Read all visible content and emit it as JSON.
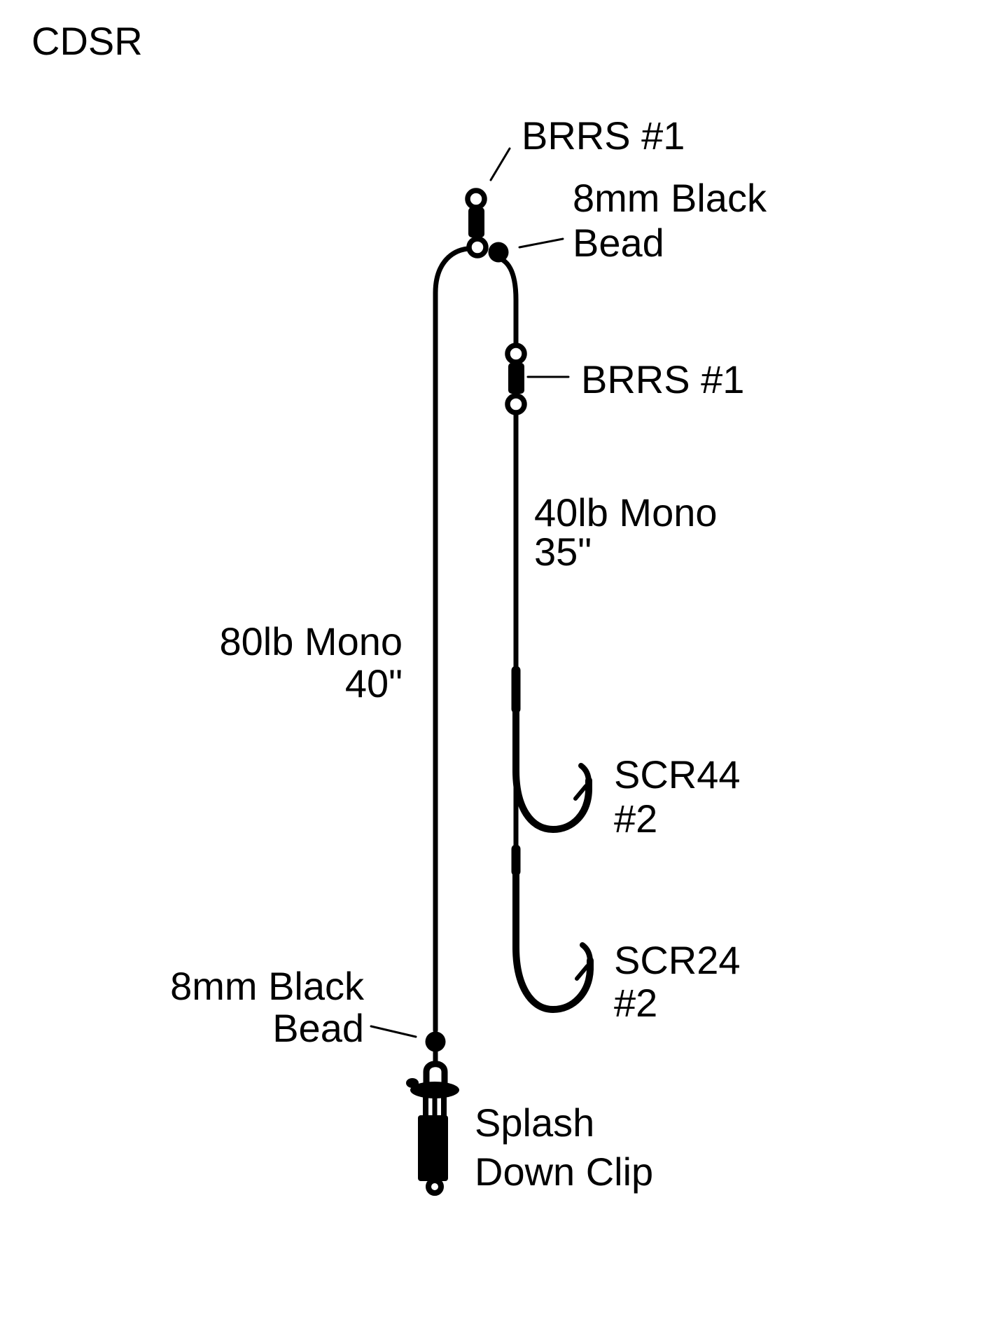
{
  "title": "CDSR",
  "colors": {
    "ink": "#000000",
    "background": "#ffffff"
  },
  "labels": {
    "top_swivel": "BRRS #1",
    "top_bead": {
      "line1": "8mm Black",
      "line2": "Bead"
    },
    "mid_swivel": "BRRS #1",
    "dropper_line": {
      "line1": "40lb Mono",
      "line2": "35\""
    },
    "main_line": {
      "line1": "80lb Mono",
      "line2": "40\""
    },
    "hook_top": {
      "line1": "SCR44",
      "line2": "#2"
    },
    "hook_bottom": {
      "line1": "SCR24",
      "line2": "#2"
    },
    "bottom_bead": {
      "line1": "8mm Black",
      "line2": "Bead"
    },
    "clip": {
      "line1": "Splash",
      "line2": "Down Clip"
    }
  },
  "components": {
    "top_swivel": "barrel swivel",
    "mid_swivel": "barrel swivel",
    "top_bead": "8mm black bead",
    "bottom_bead": "8mm black bead",
    "hook_top": "baited hook",
    "hook_bottom": "baited hook",
    "clip": "splash down clip"
  }
}
